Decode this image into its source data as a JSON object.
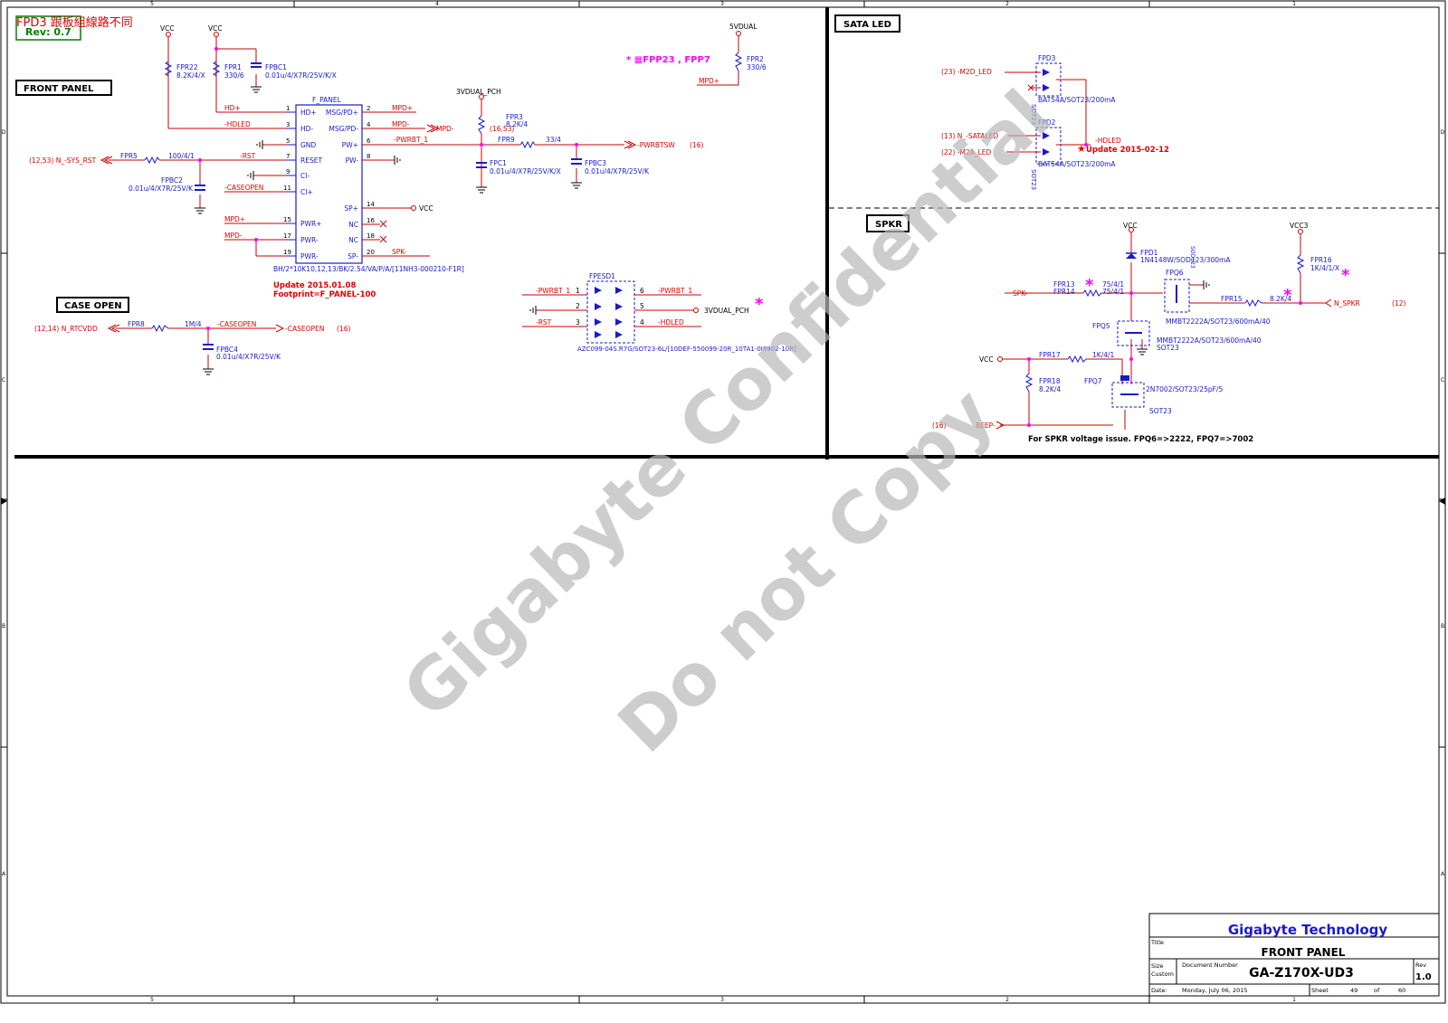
{
  "border": {
    "col_top": [
      "5",
      "4",
      "3",
      "2",
      "1"
    ],
    "col_bottom": [
      "5",
      "4",
      "3",
      "2",
      "1"
    ],
    "row_left": [
      "D",
      "C",
      "B",
      "A"
    ],
    "row_right": [
      "D",
      "C",
      "B",
      "A"
    ]
  },
  "badge": {
    "title": "FPD3 跟板組線路不同",
    "rev": "Rev: 0.7"
  },
  "sections": {
    "front_panel": "FRONT PANEL",
    "case_open": "CASE OPEN",
    "sata_led": "SATA LED",
    "spkr": "SPKR"
  },
  "front_panel": {
    "vcc1": "VCC",
    "vcc2": "VCC",
    "fpr22": "FPR22",
    "fpr22_val": "8.2K/4/X",
    "fpr1": "FPR1",
    "fpr1_val": "330/6",
    "fpbc1": "FPBC1",
    "fpbc1_val": "0.01u/4/X7R/25V/K/X",
    "chip_name": "F_PANEL",
    "left_pins": [
      {
        "num": "1",
        "name": "HD+"
      },
      {
        "num": "3",
        "name": "HD-"
      },
      {
        "num": "5",
        "name": "GND"
      },
      {
        "num": "7",
        "name": "RESET"
      },
      {
        "num": "9",
        "name": "CI-"
      },
      {
        "num": "11",
        "name": "CI+"
      },
      {
        "num": "15",
        "name": "PWR+"
      },
      {
        "num": "17",
        "name": "PWR-"
      },
      {
        "num": "19",
        "name": "PWR-"
      }
    ],
    "right_pins": [
      {
        "num": "2",
        "name": "MSG/PD+"
      },
      {
        "num": "4",
        "name": "MSG/PD-"
      },
      {
        "num": "6",
        "name": "PW+"
      },
      {
        "num": "8",
        "name": "PW-"
      },
      {
        "num": "14",
        "name": "SP+"
      },
      {
        "num": "16",
        "name": "NC"
      },
      {
        "num": "18",
        "name": "NC"
      },
      {
        "num": "20",
        "name": "SP-"
      }
    ],
    "net_hdplus": "HD+",
    "net_hdled": "-HDLED",
    "net_rst": "-RST",
    "net_caseopen": "-CASEOPEN",
    "net_mpdp_l": "MPD+",
    "net_mpdm_l": "MPD-",
    "net_mpdp_r": "MPD+",
    "net_mpdm_r": "MPD-",
    "off_mpdm": "MPD-",
    "net_pwrbt1": "-PWRBT_1",
    "net_spk": "SPK-",
    "vcc_sp": "VCC",
    "n_sys_rst": "(12,53) N_-SYS_RST",
    "fpr5": "FPR5",
    "fpr5_val": "100/4/1",
    "fpbc2": "FPBC2",
    "fpbc2_val": "0.01u/4/X7R/25V/K",
    "footprint": "BH/2*10K10,12,13/BK/2.54/VA/P/A/[11NH3-000210-F1R]",
    "update1": "Update 2015.01.08",
    "update2": "Footprint=F_PANEL-100",
    "v3dual": "3VDUAL_PCH",
    "ref_165": "(16,53)",
    "fpr3": "FPR3",
    "fpr3_val": "8.2K/4",
    "fpr9": "FPR9",
    "fpr9_val": "33/4",
    "fpc1": "FPC1",
    "fpc1_val": "0.01u/4/X7R/25V/K/X",
    "fpbc3": "FPBC3",
    "fpbc3_val": "0.01u/4/X7R/25V/K",
    "pwrbtsw": "-PWRBTSW",
    "ref_16a": "(16)",
    "v5dual": "5VDUAL",
    "fpr2": "FPR2",
    "fpr2_val": "330/6",
    "net_mpdp_top": "MPD+",
    "note_fpp": "* ▦FPP23 , FPP7"
  },
  "case_open": {
    "n_rtcvdd": "(12,14) N_RTCVDD",
    "fpr8": "FPR8",
    "fpr8_val": "1M/4",
    "net1": "-CASEOPEN",
    "net2": "-CASEOPEN",
    "ref": "(16)",
    "fpbc4": "FPBC4",
    "fpbc4_val": "0.01u/4/X7R/25V/K"
  },
  "esd": {
    "name": "FPESD1",
    "l1": "-PWRBT_1",
    "l3": "-RST",
    "r6": "-PWRBT_1",
    "r5": "3VDUAL_PCH",
    "r4": "-HDLED",
    "pins": [
      "1",
      "2",
      "3",
      "6",
      "5",
      "4"
    ],
    "part": "AZC099-04S.R7G/SOT23-6L/[10DEF-550099-20R_10TA1-0I8902-10R]"
  },
  "sata": {
    "m2d": "(23)  -M2D_LED",
    "sataled": "(13)  N_-SATALED",
    "m2a": "(22)  -M2A_LED",
    "fpd3": "FPD3",
    "fpd2": "FPD2",
    "part1": "BAT54A/SOT23/200mA",
    "part2": "BAT54A/SOT23/200mA",
    "sot1": "SOT23",
    "sot2": "SOT23",
    "hdled": "-HDLED",
    "update": "Update 2015-02-12"
  },
  "spkr": {
    "vcc": "VCC",
    "vcc3": "VCC3",
    "vcc_l": "VCC",
    "fpd1": "FPD1",
    "fpd1_val": "1N4148W/SOD123/300mA",
    "fpd1_pkg": "SOD123",
    "fpq6": "FPQ6",
    "fpq6_val": "MMBT2222A/SOT23/600mA/40",
    "fpq5": "FPQ5",
    "fpq5_val": "MMBT2222A/SOT23/600mA/40",
    "fpq5_pkg": "SOT23",
    "fpq7": "FPQ7",
    "fpq7_val": "2N7002/SOT23/25pF/5",
    "fpq7_pkg": "SOT23",
    "fpr13": "FPR13",
    "fpr13_val": "75/4/1",
    "fpr14": "FPR14",
    "fpr14_val": "75/4/1",
    "fpr15": "FPR15",
    "fpr15_val": "8.2K/4",
    "fpr16": "FPR16",
    "fpr16_val": "1K/4/1/X",
    "fpr17": "FPR17",
    "fpr17_val": "1K/4/1",
    "fpr18": "FPR18",
    "fpr18_val": "8.2K/4",
    "spk": "SPK-",
    "n_spkr": "N_SPKR",
    "ref12": "(12)",
    "beep": "BEEP-",
    "ref16": "(16)",
    "note": "For SPKR voltage issue. FPQ6=>2222, FPQ7=>7002"
  },
  "watermark": {
    "line1": "Gigabyte Confidential",
    "line2": "Do not Copy"
  },
  "title_block": {
    "company": "Gigabyte Technology",
    "title_label": "Title",
    "title": "FRONT PANEL",
    "size_label": "Size",
    "size": "Custom",
    "docnum_label": "Document Number",
    "doc": "GA-Z170X-UD3",
    "rev_label": "Rev",
    "rev": "1.0",
    "date_label": "Date:",
    "date": "Monday, July 06, 2015",
    "sheet_label": "Sheet",
    "sheet": "49",
    "of_label": "of",
    "total": "60"
  },
  "colors": {
    "net": "#e00000",
    "part": "#1a1acc",
    "junction": "#ff00ff",
    "company": "#1a1acc",
    "badge": "#008000"
  }
}
